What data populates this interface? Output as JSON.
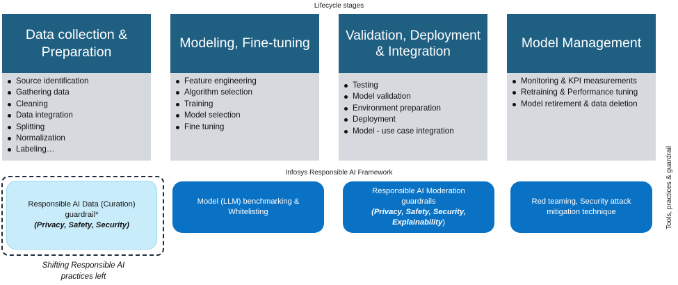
{
  "top_label": "Lifecycle stages",
  "middle_label": "Infosys Responsible AI Framework",
  "side_label": "Tools, practices & guardrail",
  "stages": [
    {
      "title": "Data collection & Preparation",
      "items": [
        "Source identification",
        "Gathering data",
        "Cleaning",
        "Data integration",
        "Splitting",
        "Normalization",
        "Labeling…"
      ]
    },
    {
      "title": "Modeling, Fine-tuning",
      "items": [
        "Feature engineering",
        "Algorithm selection",
        "Training",
        "Model selection",
        "Fine tuning"
      ]
    },
    {
      "title": "Validation, Deployment & Integration",
      "items": [
        "Testing",
        "Model validation",
        "Environment preparation",
        "Deployment",
        "Model - use case integration"
      ]
    },
    {
      "title": "Model Management",
      "items": [
        "Monitoring & KPI measurements",
        "Retraining & Performance tuning",
        "Model retirement & data deletion"
      ]
    }
  ],
  "framework": [
    {
      "line1": "Responsible AI Data (Curation)",
      "line2": "guardrail*",
      "emph": "(Privacy, Safety, Security)"
    },
    {
      "line1": "Model (LLM) benchmarking &",
      "line2": "Whitelisting"
    },
    {
      "line1": "Responsible AI Moderation",
      "line2": "guardrails",
      "emph": "(Privacy, Safety, Security,",
      "emph2": "Explainability",
      "emph2_suffix": ")"
    },
    {
      "line1": "Red teaming, Security attack",
      "line2": "mitigation technique"
    }
  ],
  "shift_text": {
    "line1": "Shifting Responsible AI",
    "line2": "practices left"
  },
  "colors": {
    "stage_header": "#1e5f82",
    "stage_body": "#d6d9de",
    "framework_box": "#0a72c4",
    "framework_light": "#c9ecfb"
  }
}
